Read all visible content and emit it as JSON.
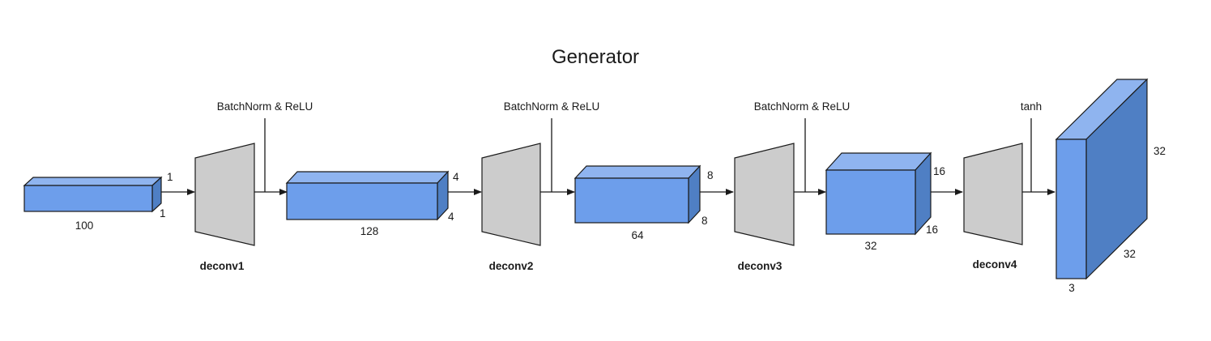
{
  "title": "Generator",
  "input": {
    "width": "100",
    "height": "1",
    "depth": "1"
  },
  "layers": [
    {
      "name": "deconv1",
      "activation": "BatchNorm & ReLU"
    },
    {
      "name": "deconv2",
      "activation": "BatchNorm & ReLU"
    },
    {
      "name": "deconv3",
      "activation": "BatchNorm & ReLU"
    },
    {
      "name": "deconv4",
      "activation": "tanh"
    }
  ],
  "feature_maps": [
    {
      "channels": "128",
      "height": "4",
      "width": "4"
    },
    {
      "channels": "64",
      "height": "8",
      "width": "8"
    },
    {
      "channels": "32",
      "height": "16",
      "width": "16"
    }
  ],
  "output": {
    "channels": "3",
    "height": "32",
    "width": "32"
  },
  "colors": {
    "tensor": "#6d9eeb",
    "layer": "#cccccc"
  }
}
